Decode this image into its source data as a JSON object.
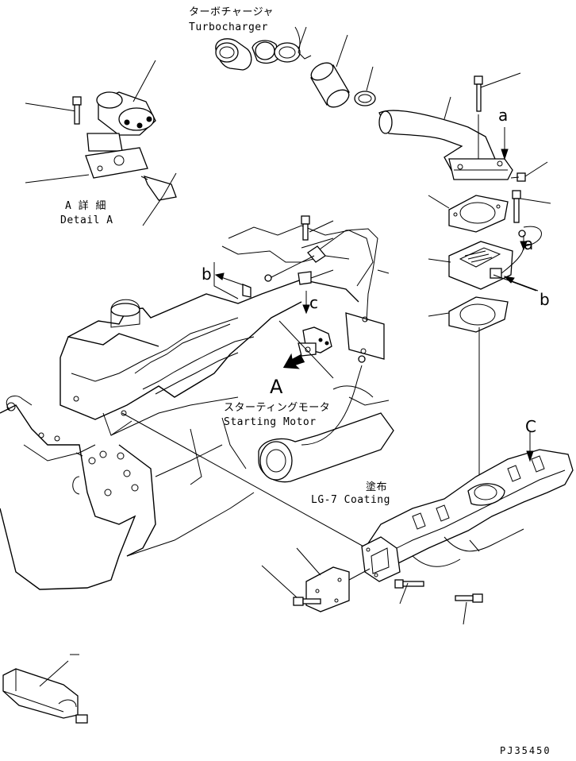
{
  "labels": {
    "turbocharger_jp": "ターボチャージャ",
    "turbocharger_en": "Turbocharger",
    "detail_a_jp": "A 詳 細",
    "detail_a_en": "Detail A",
    "starting_motor_jp": "スターティングモータ",
    "starting_motor_en": "Starting Motor",
    "coating_jp": "塗布",
    "coating_en": "LG-7 Coating",
    "callout_a_lower_1": "a",
    "callout_a_lower_2": "a",
    "callout_b_1": "b",
    "callout_b_2": "b",
    "callout_c_1": "c",
    "callout_c_2": "C",
    "view_a": "A",
    "doc_code": "PJ35450"
  }
}
